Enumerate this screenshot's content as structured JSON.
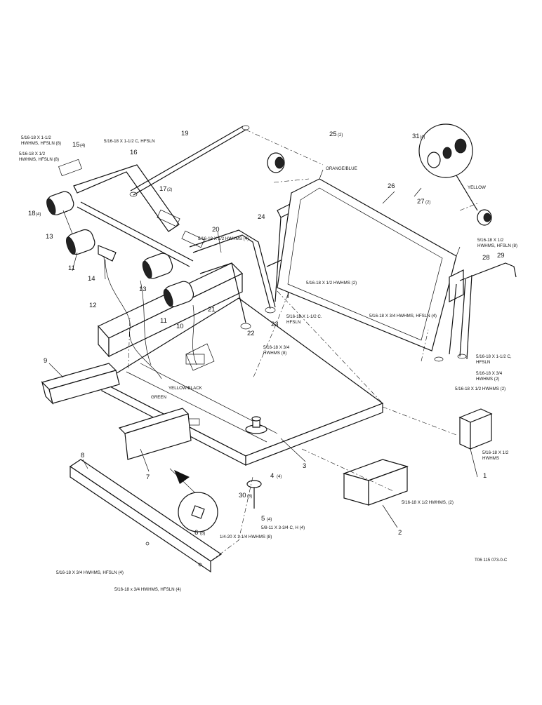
{
  "callouts": {
    "c1": "1",
    "c2": "2",
    "c3": "3",
    "c4": "4",
    "c5": "5",
    "c6": "6",
    "c7": "7",
    "c8": "8",
    "c9": "9",
    "c10": "10",
    "c11a": "11",
    "c11b": "11",
    "c12": "12",
    "c13a": "13",
    "c13b": "13",
    "c14": "14",
    "c15": "15",
    "c16": "16",
    "c17": "17",
    "c18": "18",
    "c19": "19",
    "c20": "20",
    "c21": "21",
    "c22": "22",
    "c23": "23",
    "c24": "24",
    "c25": "25",
    "c26": "26",
    "c27": "27",
    "c28": "28",
    "c29": "29",
    "c30": "30",
    "c31": "31"
  },
  "qty": {
    "q4": "(4)",
    "q5": "(4)",
    "q6": "(8)",
    "q15": "(4)",
    "q17": "(2)",
    "q18": "(4)",
    "q25": "(2)",
    "q27": "(2)",
    "q30": "(8)",
    "q31": "(4)"
  },
  "notes": {
    "n1a": "5/16-18 X 1-1/2",
    "n1b": "HWHMS, HFSLN (8)",
    "n2a": "5/16-18 X 1/2",
    "n2b": "HWHMS, HFSLN (8)",
    "n3": "5/16-18 X 1-1/2 C, HFSLN",
    "n4": "5/16-18 X 1/2 HWHMS (4)",
    "n5": "ORANGE/BLUE",
    "n6": "YELLOW",
    "n7a": "5/16-18 X 1/2",
    "n7b": "HWHMS, HFSLN (8)",
    "n8": "5/16-18 X 1/2 HWHMS (2)",
    "n9": "5/16-18 X 3/4 HWHMS, HFSLN (4)",
    "n10a": "5/16-18 X 1-1/2 C.",
    "n10b": "HFSLN",
    "n11a": "5/16-18 X 3/4",
    "n11b": "HWHMS (8)",
    "n12a": "5/16-18 X 1-1/2 C,",
    "n12b": "HFSLN",
    "n13a": "5/16-18 X 3/4",
    "n13b": "HWHMS (2)",
    "n14": "5/16-18 X 1/2 HWHMS (2)",
    "n15": "YELLOW/BLACK",
    "n16": "GREEN",
    "n17a": "5/16-18 X 1/2",
    "n17b": "HWHMS",
    "n18": "5/16-18 X 1/2 HWHMS, (2)",
    "n19": "5/8-11 X 3-3/4 C, H (4)",
    "n20": "1/4-20 X 1-1/4 HWHMS (8)",
    "n21": "5/16-18 X 3/4 HWHMS, HFSLN (4)",
    "n22": "5/16-18 x 3/4 HWHMS, HFSLN (4)",
    "n23": "T06 115 073-0-C"
  }
}
